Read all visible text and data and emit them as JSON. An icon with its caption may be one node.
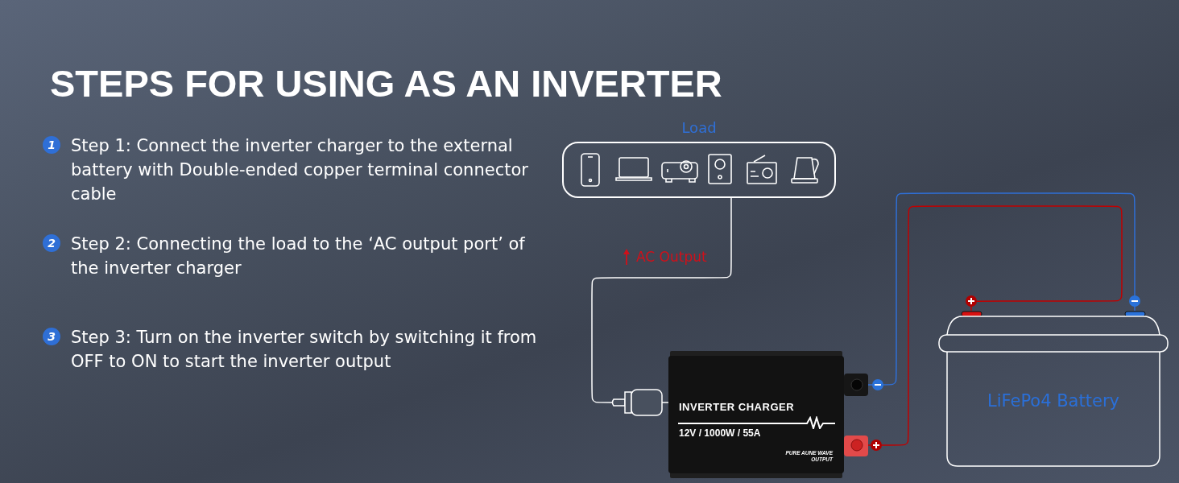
{
  "diagram": {
    "title": "STEPS FOR USING AS AN INVERTER",
    "nodes": [
      {
        "text": [
          "Load"
        ]
      },
      {
        "text": [
          "INVERTER CHARGER",
          "12V / 1000W / 55A",
          "PURE AUNE WAVE OUTPUT"
        ]
      },
      {
        "text": [
          "LiFePo4 Battery"
        ]
      }
    ],
    "edges": [
      {
        "from": 1,
        "to": 0,
        "arrow": "none",
        "label": "AC Output"
      },
      {
        "from": 1,
        "to": 2,
        "arrow": "none",
        "color": "#2f6fd6"
      },
      {
        "from": 1,
        "to": 2,
        "arrow": "none",
        "color": "#c00000"
      }
    ],
    "labels": [
      "1",
      "Step 1: Connect the inverter charger to the external battery with Double-ended copper terminal connector cable",
      "2",
      "Step 2: Connecting the load to the ‘AC output port’ of the inverter charger",
      "3",
      "Step 3: Turn on the inverter switch by switching it from OFF to ON to start the inverter output"
    ]
  }
}
